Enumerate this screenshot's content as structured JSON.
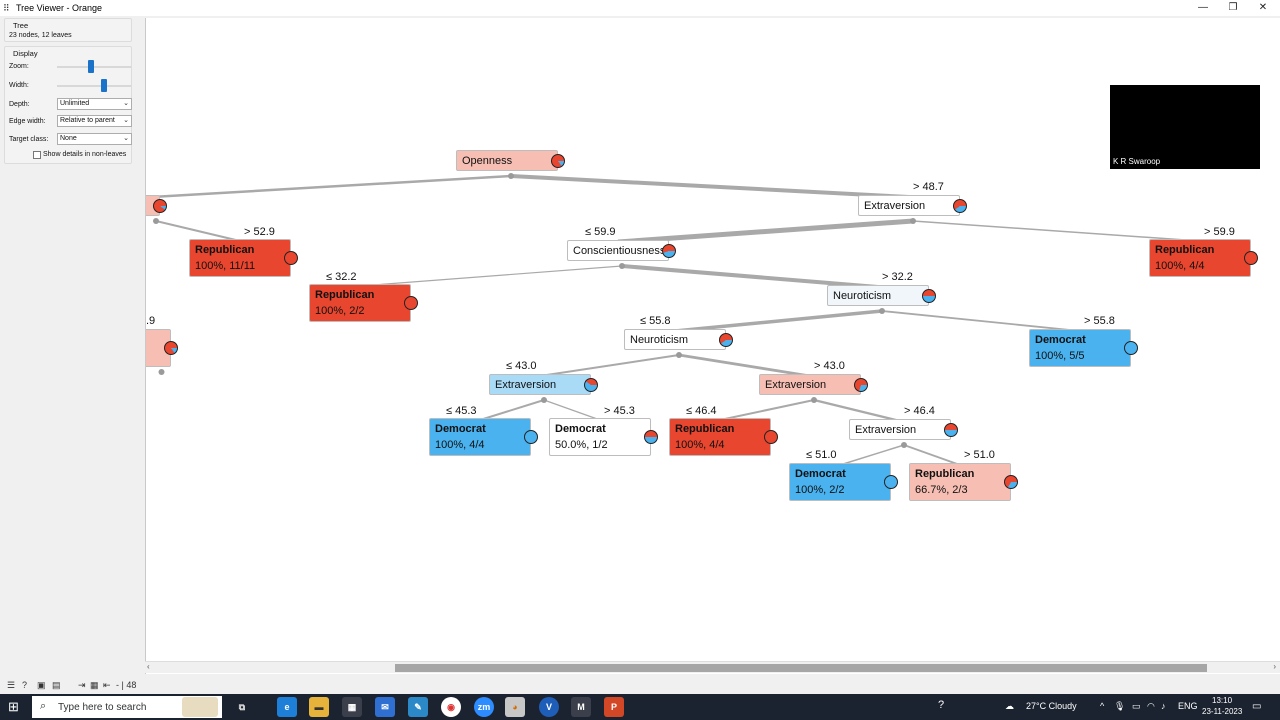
{
  "window": {
    "title": "Tree Viewer - Orange",
    "controls": {
      "minimize": "—",
      "restore": "❐",
      "close": "✕"
    }
  },
  "panel": {
    "tree_box": {
      "header": "Tree",
      "info": "23 nodes, 12 leaves"
    },
    "display_box": {
      "header": "Display",
      "zoom_label": "Zoom:",
      "zoom_value": 0.45,
      "width_label": "Width:",
      "width_value": 0.65,
      "depth_label": "Depth:",
      "depth_value": "Unlimited",
      "edge_width_label": "Edge width:",
      "edge_width_value": "Relative to parent",
      "target_class_label": "Target class:",
      "target_class_value": "None",
      "show_details_label": "Show details in non-leaves",
      "show_details_checked": false
    }
  },
  "tree": {
    "colors": {
      "republican": "#e8462f",
      "republican_light": "#f7bfb4",
      "democrat": "#4ab2ef",
      "democrat_light": "#a9dbf7",
      "neutral": "#ffffff",
      "neutral_tint": "#f0f6fa"
    },
    "nodes": [
      {
        "id": "openness",
        "kind": "split",
        "text": "Openness"
      },
      {
        "id": "left-partial",
        "kind": "partial"
      },
      {
        "id": "rep-11",
        "kind": "leaf",
        "cls": "Republican",
        "pct": "100%, 11/11"
      },
      {
        "id": "extra-1",
        "kind": "split",
        "text": "Extraversion"
      },
      {
        "id": "consc",
        "kind": "split",
        "text": "Conscientiousness"
      },
      {
        "id": "rep-4a",
        "kind": "leaf",
        "cls": "Republican",
        "pct": "100%, 4/4"
      },
      {
        "id": "rep-2",
        "kind": "leaf",
        "cls": "Republican",
        "pct": "100%, 2/2"
      },
      {
        "id": "neuro-1",
        "kind": "split",
        "text": "Neuroticism"
      },
      {
        "id": "left-partial-2",
        "kind": "partial"
      },
      {
        "id": "neuro-2",
        "kind": "split",
        "text": "Neuroticism"
      },
      {
        "id": "dem-5",
        "kind": "leaf",
        "cls": "Democrat",
        "pct": "100%, 5/5"
      },
      {
        "id": "extra-2",
        "kind": "split",
        "text": "Extraversion"
      },
      {
        "id": "extra-3",
        "kind": "split",
        "text": "Extraversion"
      },
      {
        "id": "dem-4",
        "kind": "leaf",
        "cls": "Democrat",
        "pct": "100%, 4/4"
      },
      {
        "id": "dem-12",
        "kind": "leaf",
        "cls": "Democrat",
        "pct": "50.0%, 1/2"
      },
      {
        "id": "rep-4b",
        "kind": "leaf",
        "cls": "Republican",
        "pct": "100%, 4/4"
      },
      {
        "id": "extra-4",
        "kind": "split",
        "text": "Extraversion"
      },
      {
        "id": "dem-2",
        "kind": "leaf",
        "cls": "Democrat",
        "pct": "100%, 2/2"
      },
      {
        "id": "rep-23",
        "kind": "leaf",
        "cls": "Republican",
        "pct": "66.7%, 2/3"
      }
    ],
    "edge_labels": {
      "gt487": "> 48.7",
      "gt529": "> 52.9",
      "le599": "≤ 59.9",
      "gt599": "> 59.9",
      "le322": "≤ 32.2",
      "gt322": "> 32.2",
      "partial9": ".9",
      "le558": "≤ 55.8",
      "gt558": "> 55.8",
      "le430": "≤ 43.0",
      "gt430": "> 43.0",
      "le453": "≤ 45.3",
      "gt453": "> 45.3",
      "le464": "≤ 46.4",
      "gt464": "> 46.4",
      "le510": "≤ 51.0",
      "gt510": "> 51.0"
    }
  },
  "webcam": {
    "name": "K R Swaroop"
  },
  "statusbar": {
    "count": "48"
  },
  "taskbar": {
    "search_placeholder": "Type here to search",
    "weather": "27°C  Cloudy",
    "lang": "ENG",
    "time": "13:10",
    "date": "23-11-2023"
  }
}
